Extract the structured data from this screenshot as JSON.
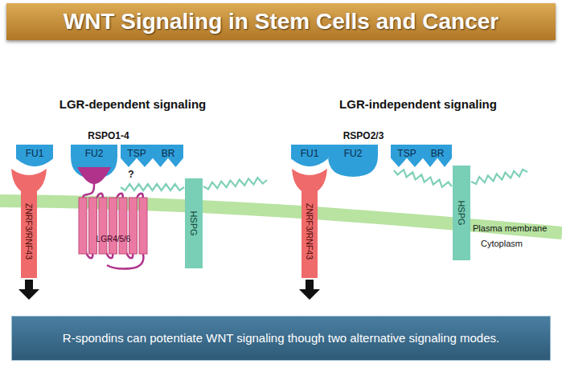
{
  "diagram": {
    "title": "WNT Signaling in Stem Cells and Cancer",
    "caption": "R-spondins can potentiate WNT signaling though two alternative signaling modes.",
    "nodes": [
      {
        "text": [
          "FU1"
        ]
      },
      {
        "text": [
          "FU2"
        ]
      },
      {
        "text": [
          "TSP"
        ]
      },
      {
        "text": [
          "BR"
        ]
      },
      {
        "text": [
          "ZNRF3/RNF43"
        ]
      },
      {
        "text": [
          "LGR4/5/6"
        ]
      },
      {
        "text": [
          "HSPG"
        ]
      },
      {
        "text": [
          "FU1"
        ]
      },
      {
        "text": [
          "FU2"
        ]
      },
      {
        "text": [
          "TSP"
        ]
      },
      {
        "text": [
          "BR"
        ]
      },
      {
        "text": [
          "ZNRF3/RNF43"
        ]
      },
      {
        "text": [
          "HSPG"
        ]
      }
    ],
    "labels": [
      "LGR-dependent signaling",
      "LGR-independent signaling",
      "RSPO1-4",
      "RSPO2/3",
      "?",
      "Plasma membrane",
      "Cytoplasm"
    ]
  }
}
